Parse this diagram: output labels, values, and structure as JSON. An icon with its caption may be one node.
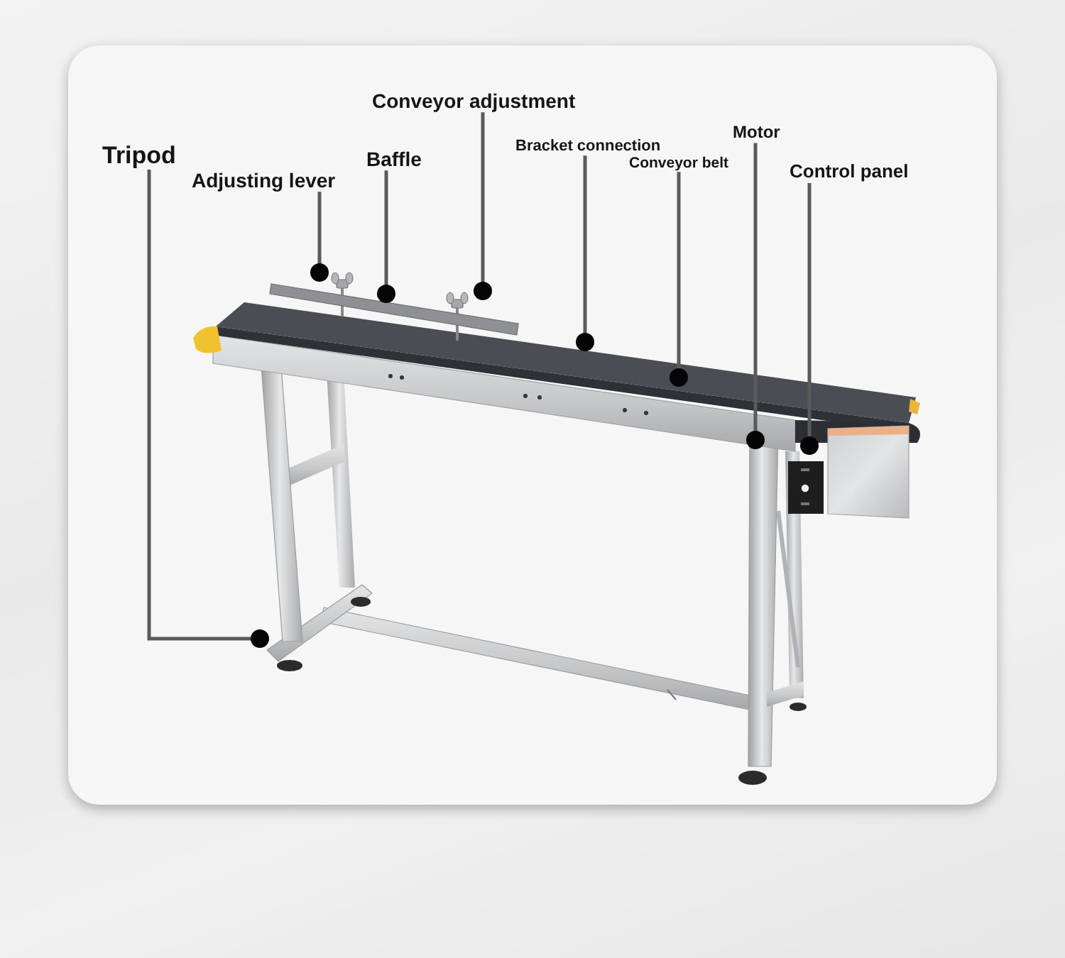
{
  "diagram": {
    "nodes": [
      {
        "text": [
          "Tripod"
        ]
      },
      {
        "text": [
          "Adjusting lever"
        ]
      },
      {
        "text": [
          "Baffle"
        ]
      },
      {
        "text": [
          "Conveyor adjustment"
        ]
      },
      {
        "text": [
          "Bracket connection"
        ]
      },
      {
        "text": [
          "Conveyor belt"
        ]
      },
      {
        "text": [
          "Motor"
        ]
      },
      {
        "text": [
          "Control panel"
        ]
      }
    ],
    "edges": [
      {
        "from": 0,
        "to": null,
        "arrow": "other"
      },
      {
        "from": 1,
        "to": null,
        "arrow": "other"
      },
      {
        "from": 2,
        "to": null,
        "arrow": "other"
      },
      {
        "from": 3,
        "to": null,
        "arrow": "other"
      },
      {
        "from": 4,
        "to": null,
        "arrow": "other"
      },
      {
        "from": 5,
        "to": null,
        "arrow": "other"
      },
      {
        "from": 6,
        "to": null,
        "arrow": "other"
      },
      {
        "from": 7,
        "to": null,
        "arrow": "other"
      }
    ]
  }
}
